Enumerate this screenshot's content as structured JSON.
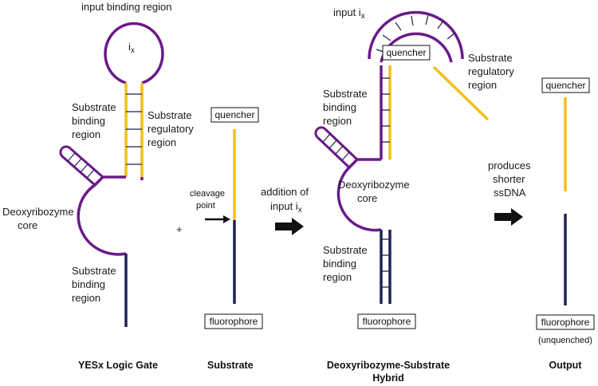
{
  "colors": {
    "purple": "#6a1a8a",
    "yellow": "#f2c018",
    "navy": "#1e2452",
    "arrow": "#111111"
  },
  "labels": {
    "input_binding_region": "input binding region",
    "ix": "i",
    "ix_sub": "x",
    "substrate": "Substrate",
    "binding": "binding",
    "region": "region",
    "regulatory": "regulatory",
    "deoxyribozyme": "Deoxyribozyme",
    "core": "core",
    "quencher": "quencher",
    "fluorophore": "fluorophore",
    "cleavage": "cleavage",
    "point": "point",
    "plus": "+",
    "addition_of": "addition of",
    "input_ix": "input i",
    "input_sub": "x",
    "produces": "produces",
    "shorter": "shorter",
    "ssdna": "ssDNA",
    "unquenched": "(unquenched)"
  },
  "captions": {
    "gate": "YESx Logic Gate",
    "substrate": "Substrate",
    "hybrid_line1": "Deoxyribozyme-Substrate",
    "hybrid_line2": "Hybrid",
    "output": "Output"
  }
}
